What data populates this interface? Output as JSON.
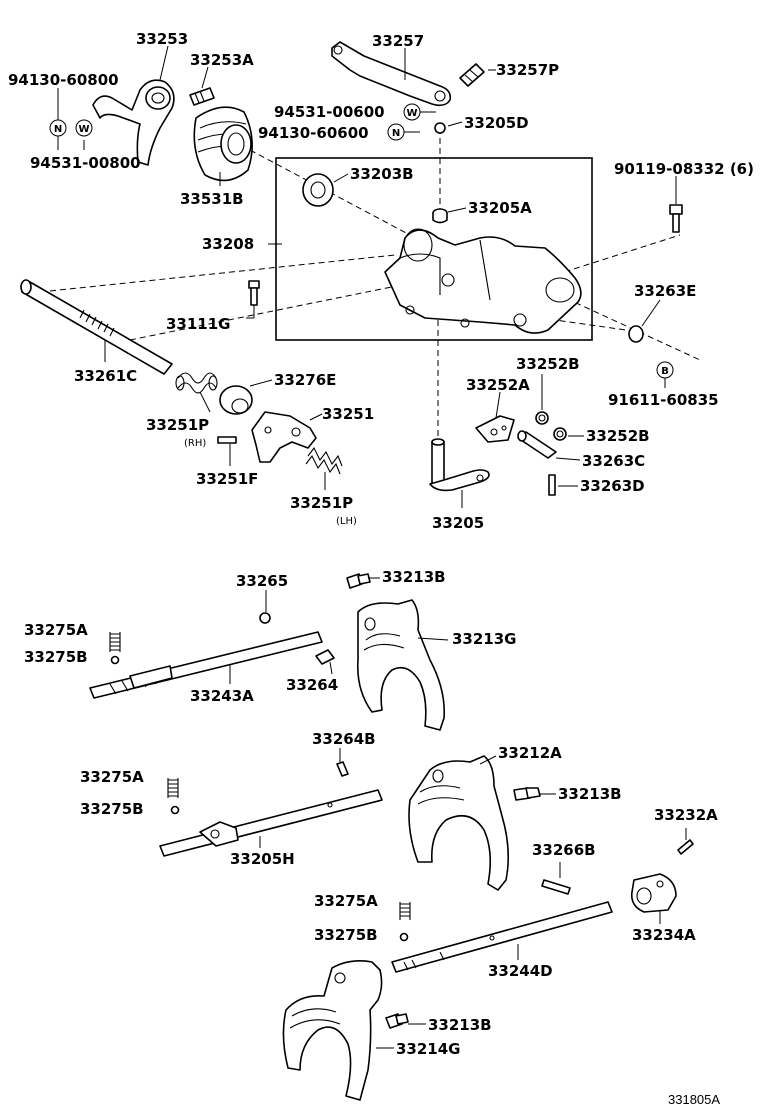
{
  "diagram": {
    "figure_code": "331805A",
    "parts": {
      "p33253": "33253",
      "p33253A": "33253A",
      "p33257": "33257",
      "p33257P": "33257P",
      "p94130_60800": "94130-60800",
      "p94531_00800": "94531-00800",
      "p94531_00600": "94531-00600",
      "p94130_60600": "94130-60600",
      "p33205D": "33205D",
      "p33531B": "33531B",
      "p33203B": "33203B",
      "p90119_08332": "90119-08332 (6)",
      "p33205A": "33205A",
      "p33208": "33208",
      "p33111G": "33111G",
      "p33263E": "33263E",
      "p33261C": "33261C",
      "p33276E": "33276E",
      "p33252B_top": "33252B",
      "p33252A": "33252A",
      "p91611_60835": "91611-60835",
      "p33251P_rh": "33251P",
      "p33251": "33251",
      "p33252B_right": "33252B",
      "p33263C": "33263C",
      "p33251F": "33251F",
      "p33263D": "33263D",
      "p33251P_lh": "33251P",
      "p33205": "33205",
      "p33265": "33265",
      "p33213B_1": "33213B",
      "p33275A_1": "33275A",
      "p33275B_1": "33275B",
      "p33213G": "33213G",
      "p33264": "33264",
      "p33243A": "33243A",
      "p33264B": "33264B",
      "p33212A": "33212A",
      "p33275A_2": "33275A",
      "p33213B_2": "33213B",
      "p33275B_2": "33275B",
      "p33232A": "33232A",
      "p33205H": "33205H",
      "p33266B": "33266B",
      "p33275A_3": "33275A",
      "p33234A": "33234A",
      "p33275B_3": "33275B",
      "p33244D": "33244D",
      "p33213B_3": "33213B",
      "p33214G": "33214G"
    },
    "notes": {
      "rh": "(RH)",
      "lh": "(LH)"
    },
    "callouts": {
      "n": "N",
      "w": "W",
      "b": "B"
    }
  }
}
